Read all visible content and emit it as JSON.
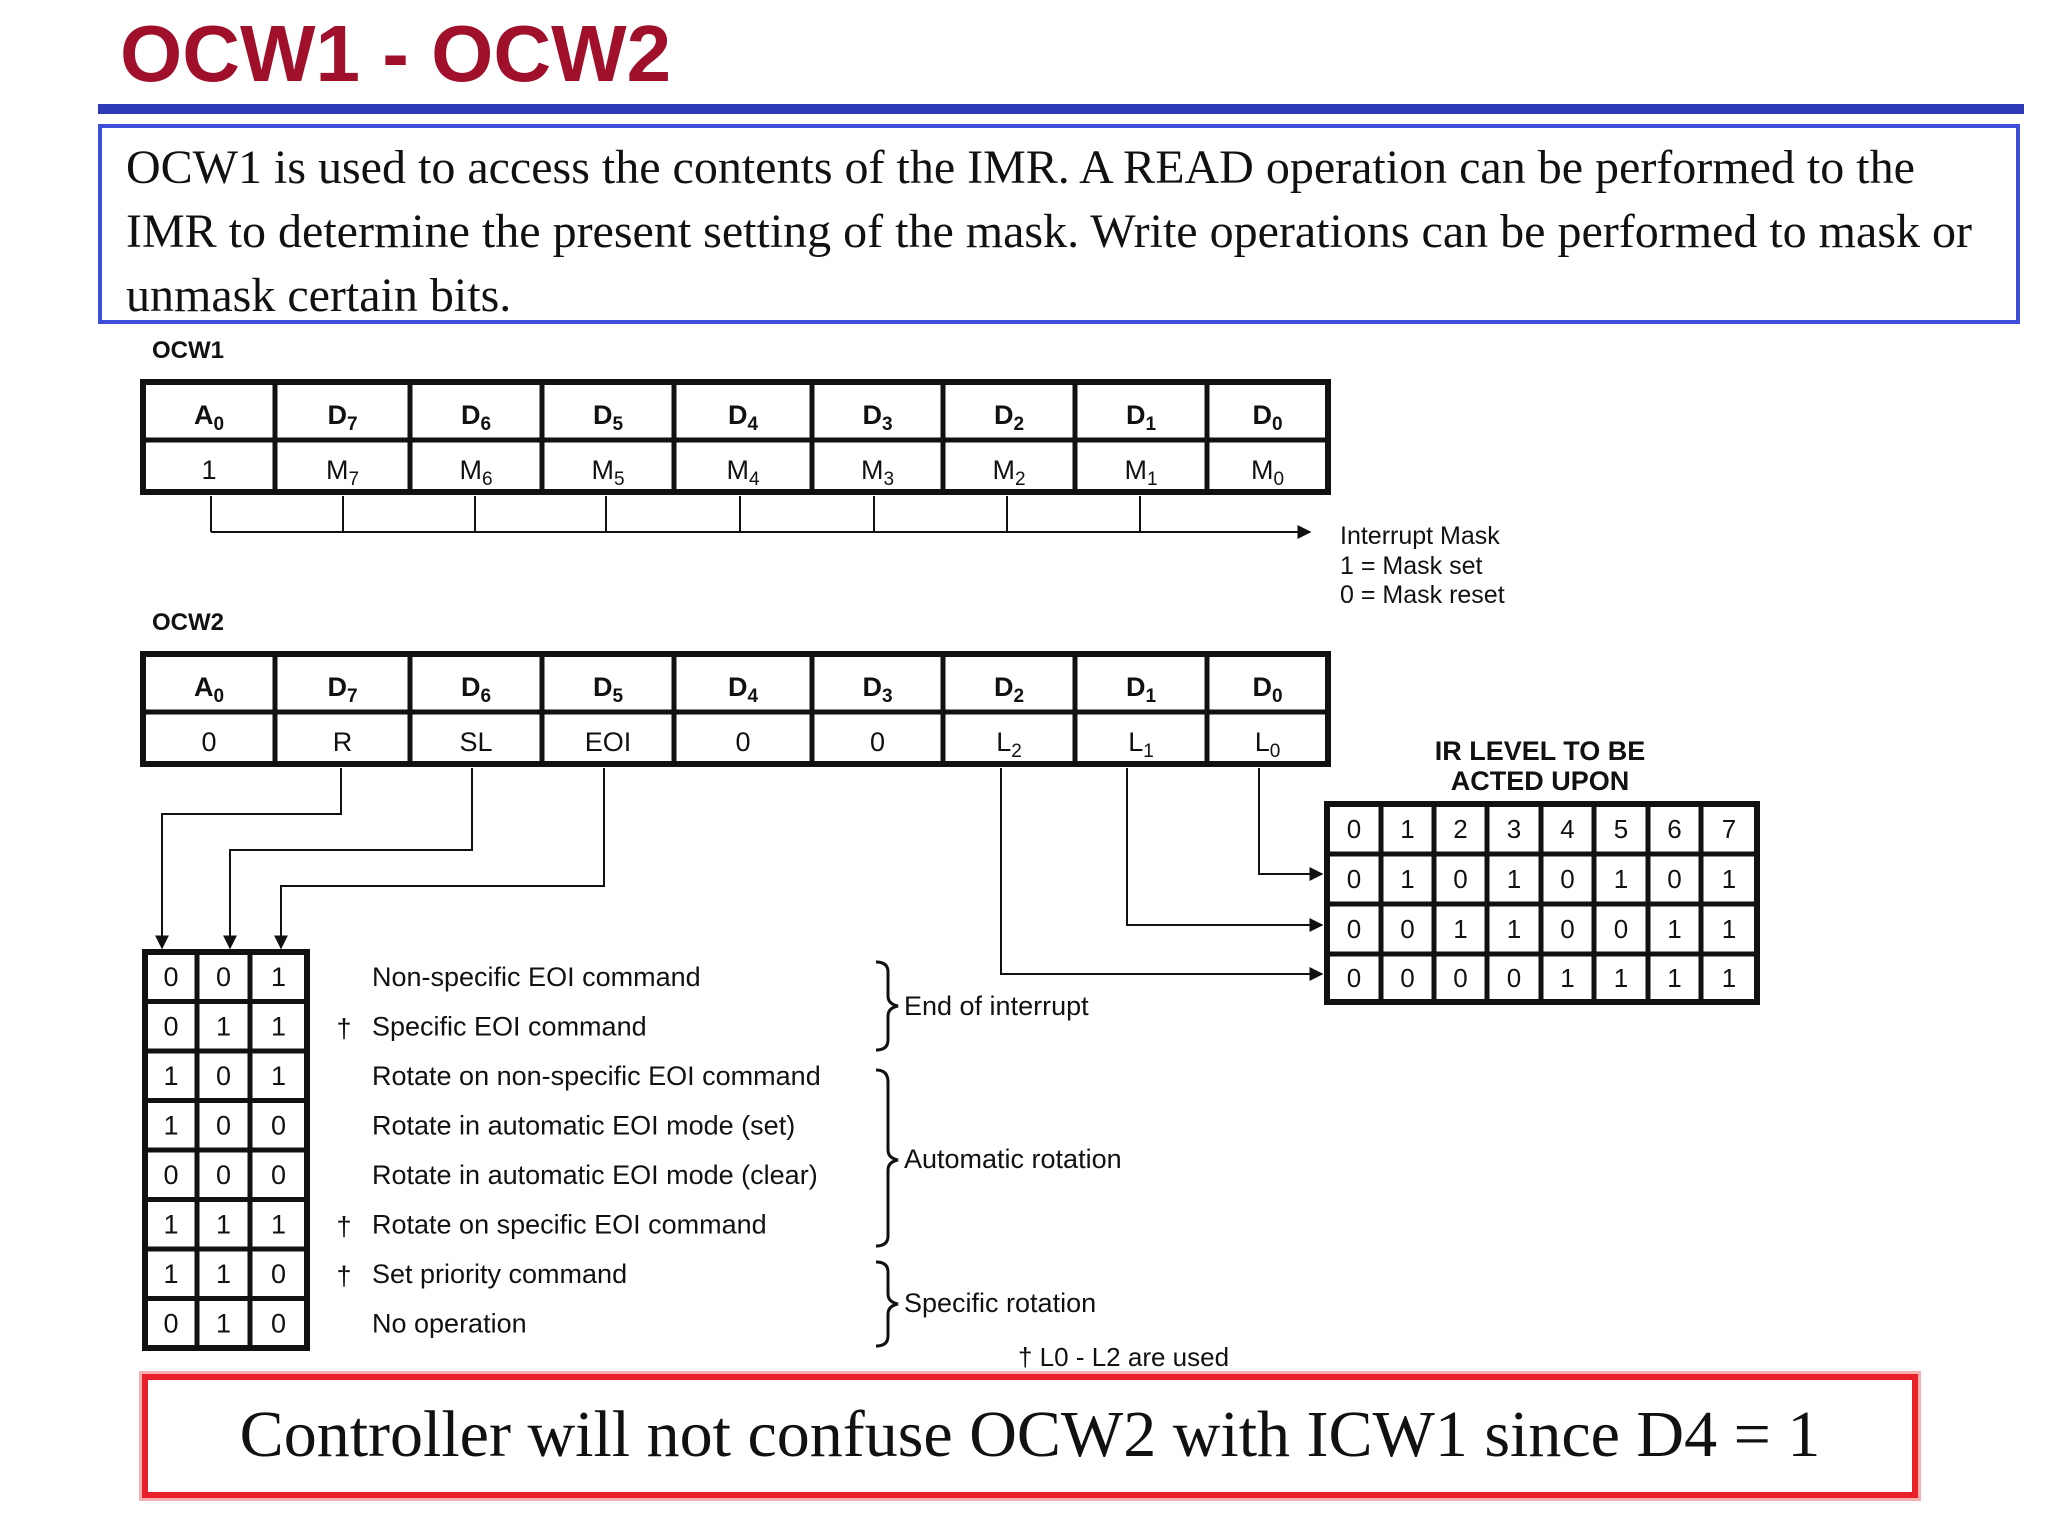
{
  "title": "OCW1 - OCW2",
  "intro": "OCW1 is used to access the contents of the IMR. A READ operation can be performed to the IMR to determine the present setting of the mask. Write operations can be performed to mask or unmask certain bits.",
  "ocw1": {
    "label": "OCW1",
    "headers": [
      "A0",
      "D7",
      "D6",
      "D5",
      "D4",
      "D3",
      "D2",
      "D1",
      "D0"
    ],
    "values": [
      "1",
      "M7",
      "M6",
      "M5",
      "M4",
      "M3",
      "M2",
      "M1",
      "M0"
    ],
    "mask_legend": [
      "Interrupt Mask",
      "1 = Mask set",
      "0 = Mask reset"
    ]
  },
  "ocw2": {
    "label": "OCW2",
    "headers": [
      "A0",
      "D7",
      "D6",
      "D5",
      "D4",
      "D3",
      "D2",
      "D1",
      "D0"
    ],
    "values": [
      "0",
      "R",
      "SL",
      "EOI",
      "0",
      "0",
      "L2",
      "L1",
      "L0"
    ]
  },
  "ir_level": {
    "title_line1": "IR LEVEL TO BE",
    "title_line2": "ACTED UPON",
    "rows": [
      [
        "0",
        "1",
        "2",
        "3",
        "4",
        "5",
        "6",
        "7"
      ],
      [
        "0",
        "1",
        "0",
        "1",
        "0",
        "1",
        "0",
        "1"
      ],
      [
        "0",
        "0",
        "1",
        "1",
        "0",
        "0",
        "1",
        "1"
      ],
      [
        "0",
        "0",
        "0",
        "0",
        "1",
        "1",
        "1",
        "1"
      ]
    ]
  },
  "commands": [
    {
      "bits": [
        "0",
        "0",
        "1"
      ],
      "dagger": "",
      "label": "Non-specific EOI command"
    },
    {
      "bits": [
        "0",
        "1",
        "1"
      ],
      "dagger": "†",
      "label": "Specific EOI command"
    },
    {
      "bits": [
        "1",
        "0",
        "1"
      ],
      "dagger": "",
      "label": "Rotate on non-specific EOI command"
    },
    {
      "bits": [
        "1",
        "0",
        "0"
      ],
      "dagger": "",
      "label": "Rotate in automatic EOI mode (set)"
    },
    {
      "bits": [
        "0",
        "0",
        "0"
      ],
      "dagger": "",
      "label": "Rotate in automatic EOI mode (clear)"
    },
    {
      "bits": [
        "1",
        "1",
        "1"
      ],
      "dagger": "†",
      "label": "Rotate on specific EOI command"
    },
    {
      "bits": [
        "1",
        "1",
        "0"
      ],
      "dagger": "†",
      "label": "Set priority command"
    },
    {
      "bits": [
        "0",
        "1",
        "0"
      ],
      "dagger": "",
      "label": "No operation"
    }
  ],
  "groups": [
    "End of interrupt",
    "Automatic rotation",
    "Specific rotation"
  ],
  "footnote": "† L0 - L2 are used",
  "conclusion": "Controller will not confuse OCW2 with ICW1 since D4 = 1",
  "colors": {
    "title": "#a0102a",
    "rule": "#2e3bb8",
    "intro_border": "#3d4ed8",
    "conclusion_border": "#e8202a"
  }
}
